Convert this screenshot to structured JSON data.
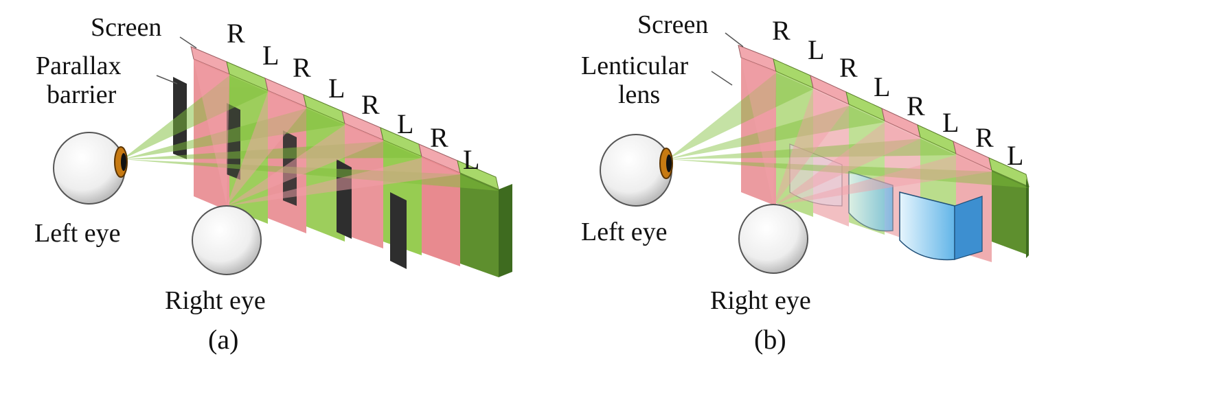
{
  "panel_a": {
    "screen_label": "Screen",
    "optic_label_line1": "Parallax",
    "optic_label_line2": "barrier",
    "left_eye_label": "Left eye",
    "right_eye_label": "Right eye",
    "caption": "(a)",
    "pixel_labels": [
      "R",
      "L",
      "R",
      "L",
      "R",
      "L",
      "R",
      "L"
    ]
  },
  "panel_b": {
    "screen_label": "Screen",
    "optic_label_line1": "Lenticular",
    "optic_label_line2": "lens",
    "left_eye_label": "Left eye",
    "right_eye_label": "Right eye",
    "caption": "(b)",
    "pixel_labels": [
      "R",
      "L",
      "R",
      "L",
      "R",
      "L",
      "R",
      "L"
    ]
  },
  "colors": {
    "red_pixel": "#e88a8f",
    "green_pixel": "#8cc63f",
    "barrier": "#2e2e2e",
    "lens": "#9fd3f0",
    "left_ray": "#7fbf3a",
    "right_ray": "#f2a0a8",
    "eye": "#f4f4f4",
    "pupil": "#c77a12"
  }
}
